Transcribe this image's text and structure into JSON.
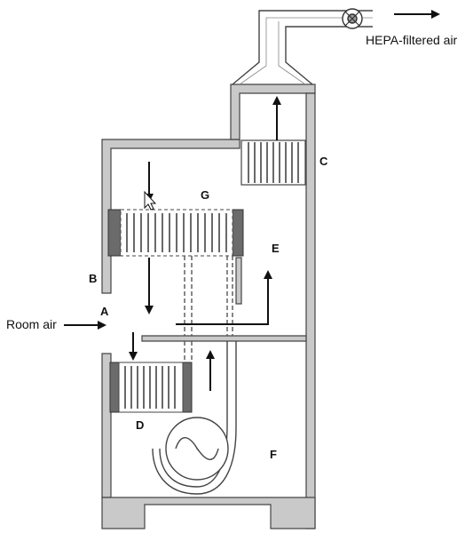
{
  "labels": {
    "room_air": "Room air",
    "hepa_filtered_air": "HEPA-filtered air",
    "a": "A",
    "b": "B",
    "c": "C",
    "d": "D",
    "e": "E",
    "f": "F",
    "g": "G"
  },
  "colors": {
    "wall": "#c9c9c9",
    "outline": "#444444",
    "arrow": "#111111",
    "filter_end": "#6b6b6b"
  },
  "icons": {
    "exhaust_fan": "exhaust-fan-icon",
    "blower": "blower-icon",
    "cursor": "mouse-cursor-icon"
  }
}
